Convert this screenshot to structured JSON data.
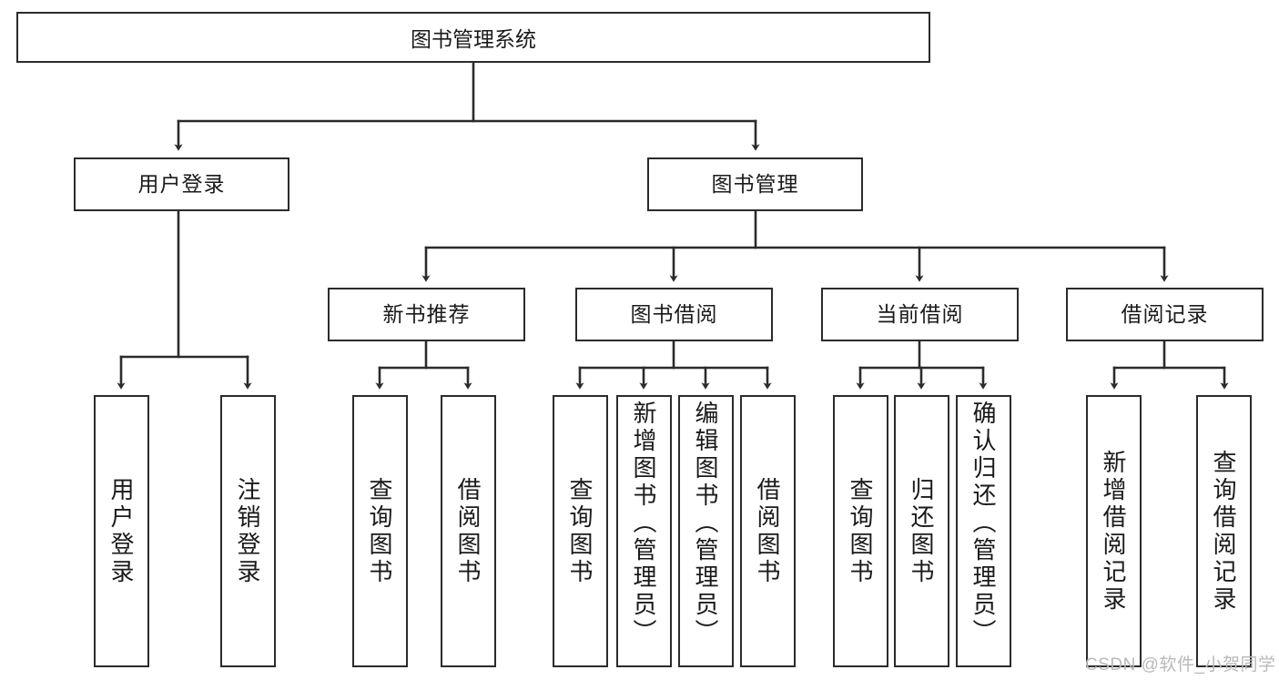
{
  "diagram": {
    "title": "图书管理系统",
    "type": "tree-hierarchy-diagram",
    "watermark": "CSDN @软件_小贺同学",
    "colors": {
      "border": "#2b2b2b",
      "background": "#ffffff",
      "text": "#1a1a1a",
      "watermark": "#b9b9b9"
    },
    "nodes": {
      "root": {
        "label": "图书管理系统"
      },
      "level2": [
        {
          "label": "用户登录"
        },
        {
          "label": "图书管理"
        }
      ],
      "level3": [
        {
          "label": "新书推荐"
        },
        {
          "label": "图书借阅"
        },
        {
          "label": "当前借阅"
        },
        {
          "label": "借阅记录"
        }
      ],
      "leaves": {
        "user_login": [
          {
            "label": "用户登录"
          },
          {
            "label": "注销登录"
          }
        ],
        "new_book_recommend": [
          {
            "label": "查询图书"
          },
          {
            "label": "借阅图书"
          }
        ],
        "book_borrow": [
          {
            "label": "查询图书"
          },
          {
            "label": "新增图书（管理员）"
          },
          {
            "label": "编辑图书（管理员）"
          },
          {
            "label": "借阅图书"
          }
        ],
        "current_borrow": [
          {
            "label": "查询图书"
          },
          {
            "label": "归还图书"
          },
          {
            "label": "确认归还（管理员）"
          }
        ],
        "borrow_record": [
          {
            "label": "新增借阅记录"
          },
          {
            "label": "查询借阅记录"
          }
        ]
      }
    }
  }
}
